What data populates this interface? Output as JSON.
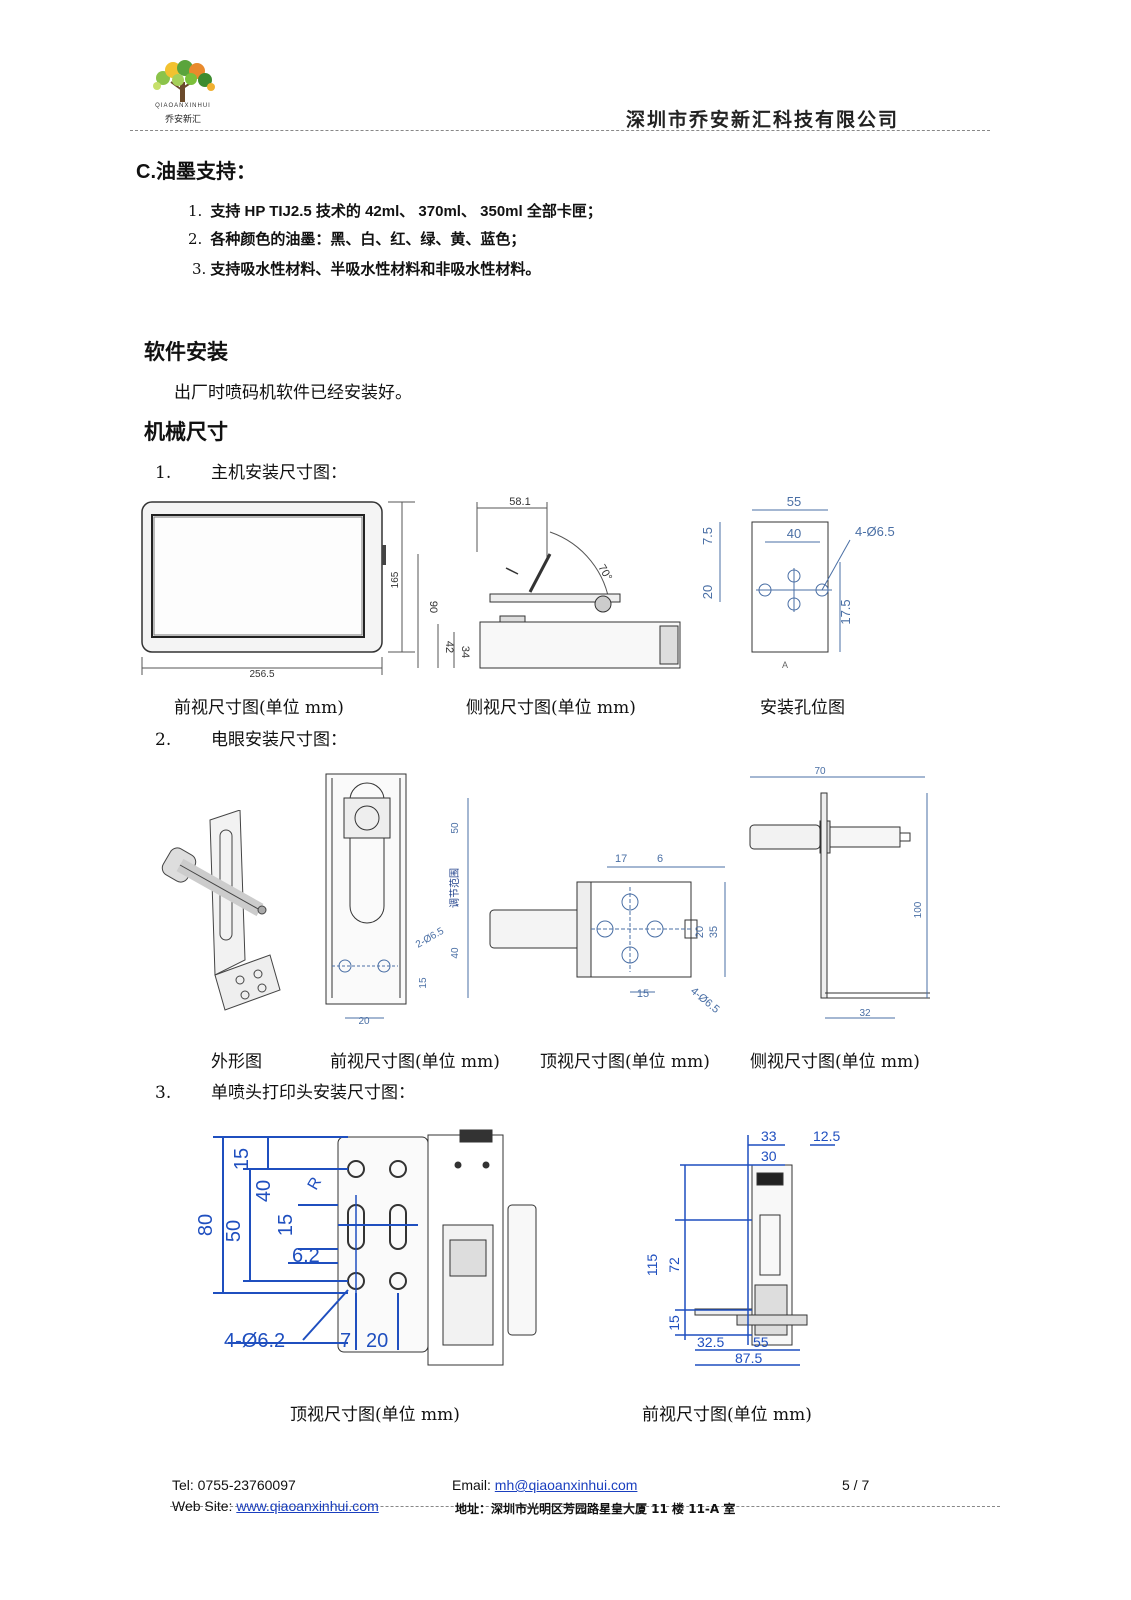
{
  "header": {
    "logo_en": "QIAOANXINHUI",
    "logo_cn": "乔安新汇",
    "company": "深圳市乔安新汇科技有限公司"
  },
  "ink": {
    "heading": "C.油墨支持：",
    "items": [
      {
        "num": "1.",
        "text": "支持   HP TIJ2.5 技术的 42ml、  370ml、  350ml  全部卡匣；"
      },
      {
        "num": "2.",
        "text": "各种颜色的油墨：黑、白、红、绿、黄、蓝色；"
      },
      {
        "num": "3.",
        "text": "支持吸水性材料、半吸水性材料和非吸水性材料。"
      }
    ]
  },
  "software": {
    "heading": "软件安装",
    "text": "出厂时喷码机软件已经安装好。"
  },
  "mechanical": {
    "heading": "机械尺寸",
    "sections": [
      {
        "num": "1.",
        "title": "主机安装尺寸图："
      },
      {
        "num": "2.",
        "title": "电眼安装尺寸图："
      },
      {
        "num": "3.",
        "title": "单喷头打印头安装尺寸图："
      }
    ],
    "captions_1": [
      "前视尺寸图(单位 mm)",
      "侧视尺寸图(单位 mm)",
      "安装孔位图"
    ],
    "captions_2": [
      "外形图",
      "前视尺寸图(单位 mm)",
      "顶视尺寸图(单位 mm)",
      "侧视尺寸图(单位 mm)"
    ],
    "captions_3": [
      "顶视尺寸图(单位 mm)",
      "前视尺寸图(单位 mm)"
    ]
  },
  "dims": {
    "front_w": "256.5",
    "front_h": "165",
    "side_top": "58.1",
    "side_angle": "70°",
    "side_h": "90",
    "side_42": "42",
    "side_34": "34",
    "hole_55": "55",
    "hole_40": "40",
    "hole_dia": "4-Ø6.5",
    "hole_75": "7.5",
    "hole_20": "20",
    "hole_175": "17.5",
    "hole_a": "A",
    "eye_50": "50",
    "eye_range": "调节范围",
    "eye_40": "40",
    "eye_15": "15",
    "eye_20": "20",
    "eye_dia": "2-Ø6.5",
    "eye_top_17": "17",
    "eye_top_6": "6",
    "eye_top_20": "20",
    "eye_top_35": "35",
    "eye_top_15": "15",
    "eye_top_dia": "4-Ø6.5",
    "eye_side_70": "70",
    "eye_side_100": "100",
    "eye_side_32": "32",
    "ph_15": "15",
    "ph_40": "40",
    "ph_80": "80",
    "ph_50": "50",
    "ph_15b": "15",
    "ph_62": "6.2",
    "ph_r": "R",
    "ph_dia": "4-Ø6.2",
    "ph_7": "7",
    "ph_20": "20",
    "pf_33": "33",
    "pf_125": "12.5",
    "pf_30": "30",
    "pf_115": "115",
    "pf_72": "72",
    "pf_15": "15",
    "pf_325": "32.5",
    "pf_55": "55",
    "pf_875": "87.5"
  },
  "footer": {
    "tel": "Tel: 0755-23760097",
    "web_label": "Web Site: ",
    "web_link": "www.qiaoanxinhui.com",
    "email_label": "Email: ",
    "email_link": "mh@qiaoanxinhui.com",
    "page": "5  /  7",
    "address": "地址：深圳市光明区芳园路星皇大厦 11 楼 11-A 室"
  }
}
